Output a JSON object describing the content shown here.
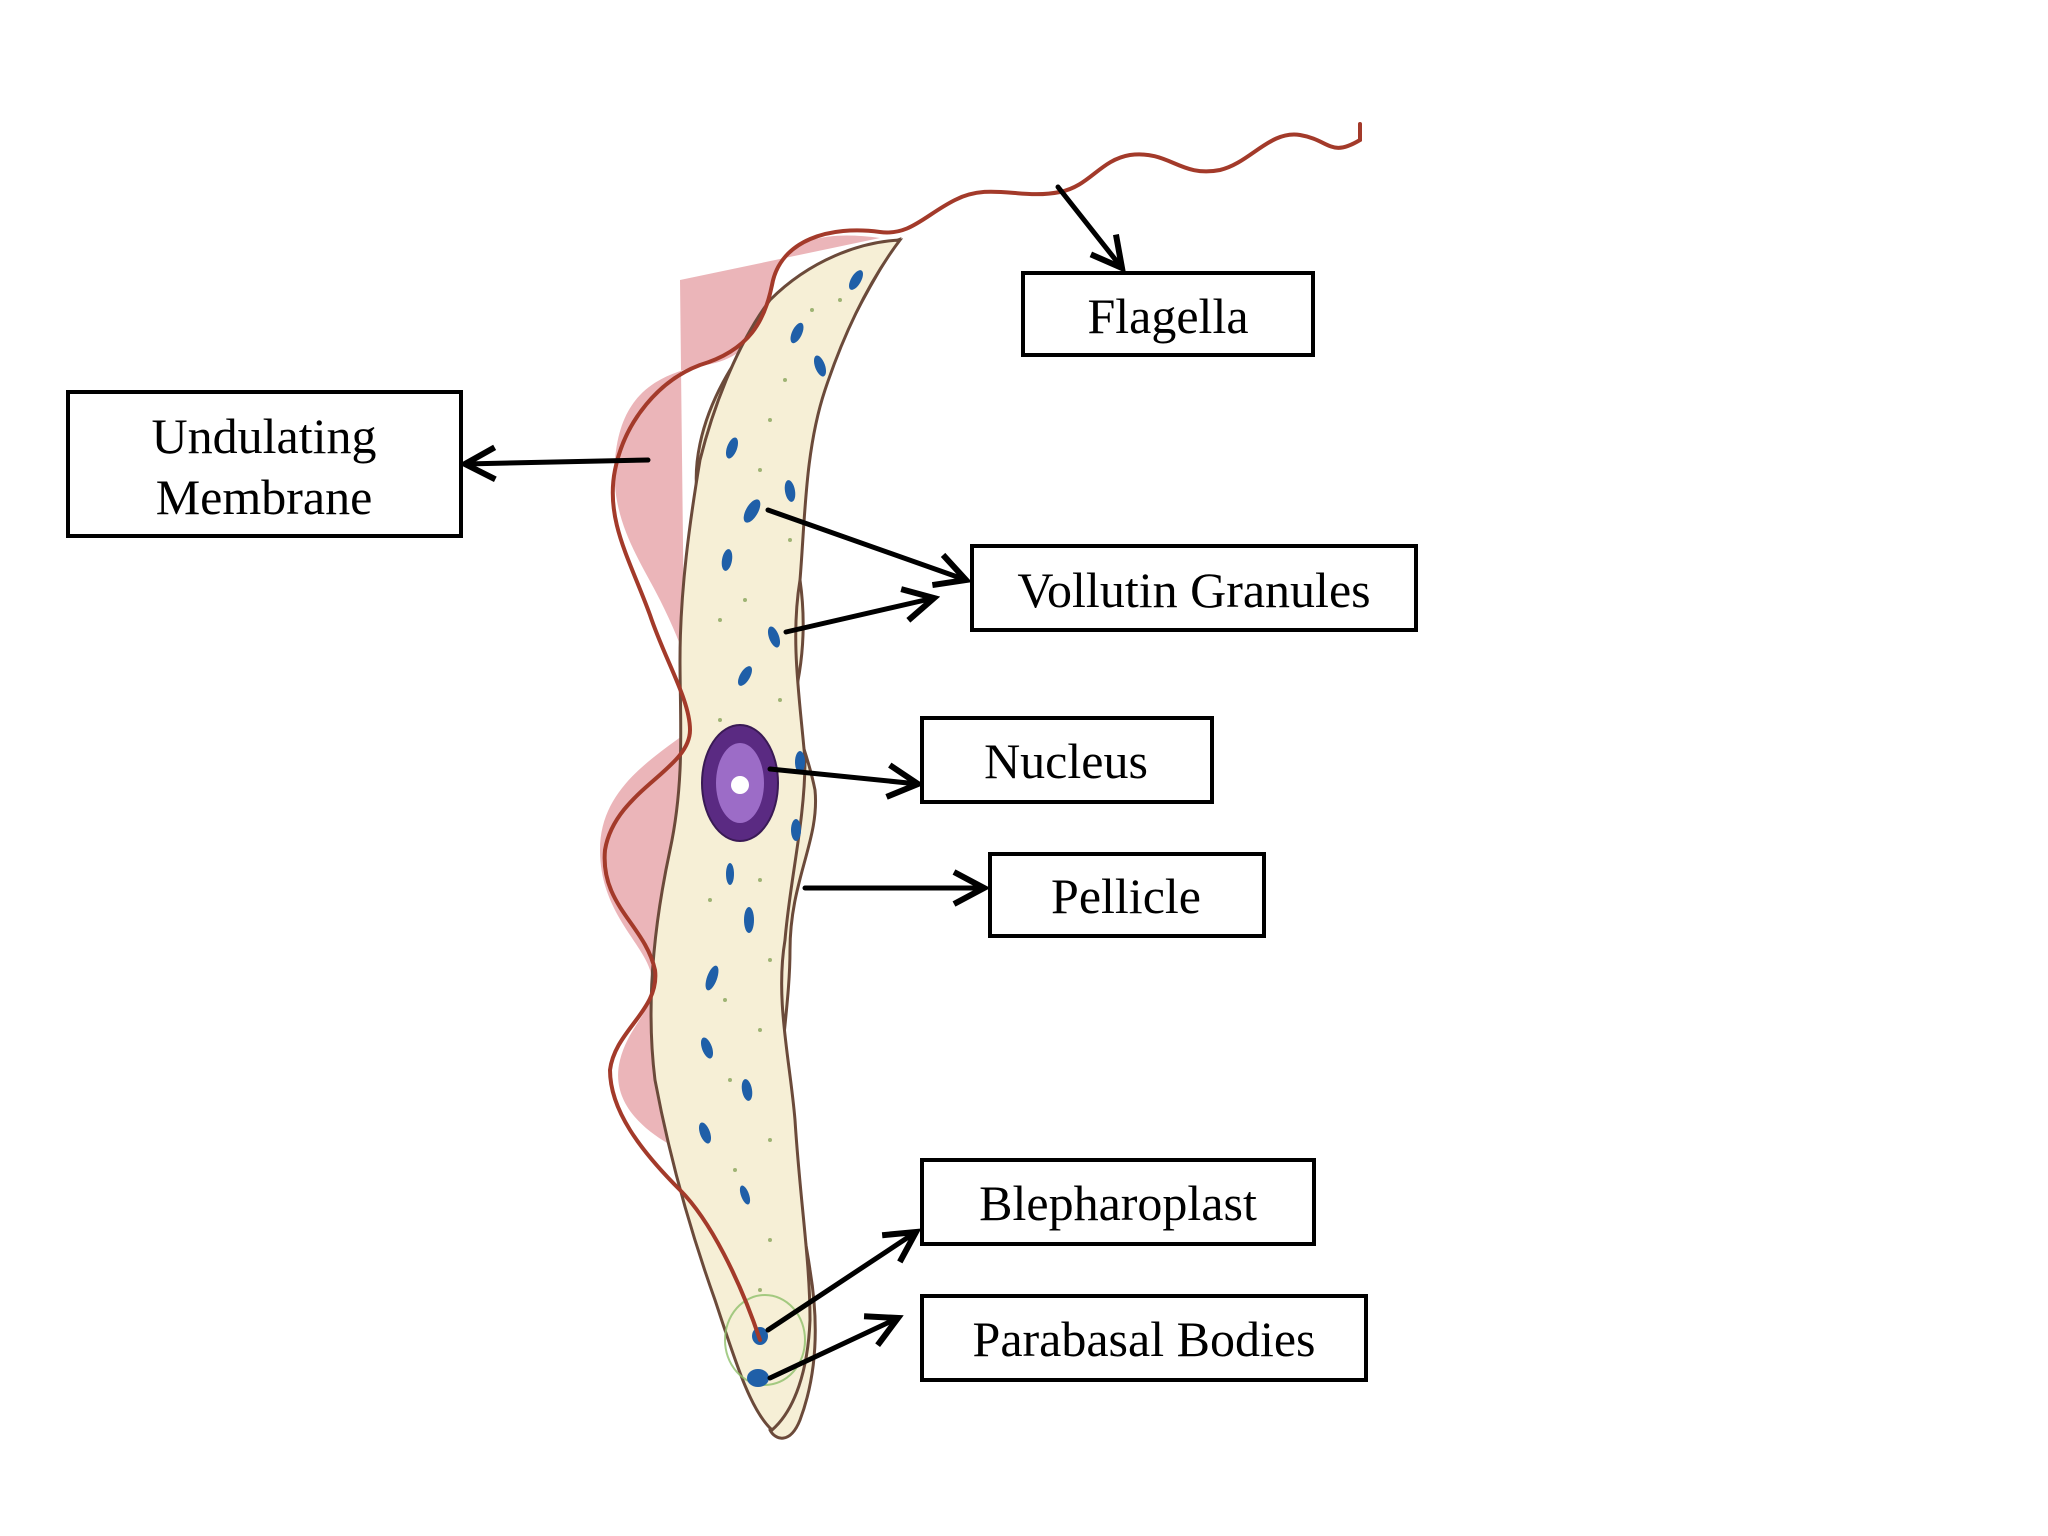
{
  "labels": {
    "flagella": "Flagella",
    "undulating_membrane_line1": "Undulating",
    "undulating_membrane_line2": "Membrane",
    "vollutin_granules": "Vollutin Granules",
    "nucleus": "Nucleus",
    "pellicle": "Pellicle",
    "blepharoplast": "Blepharoplast",
    "parabasal_bodies": "Parabasal Bodies"
  },
  "colors": {
    "cytoplasm": "#f6efd6",
    "membrane_fill": "#e8a8ad",
    "flagellum_line": "#a33a2a",
    "outline": "#6b4a3a",
    "nucleus_outer": "#5a2a82",
    "nucleus_inner": "#9c6cc7",
    "granule": "#1f5fa8",
    "arrow": "#000000",
    "box_border": "#000000"
  }
}
